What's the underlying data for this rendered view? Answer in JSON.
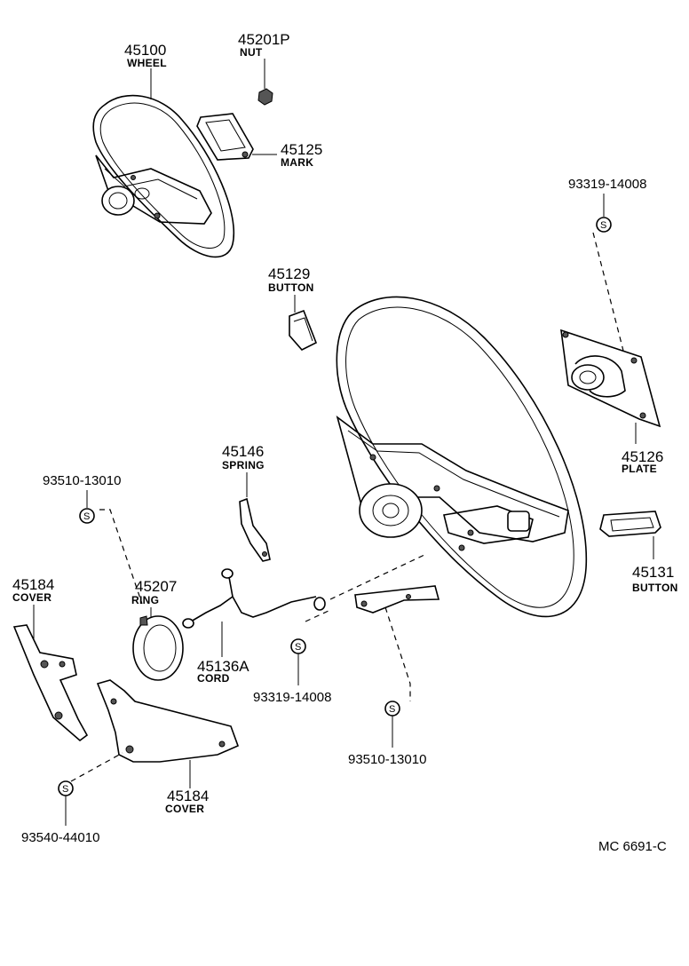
{
  "parts": {
    "wheel": {
      "number": "45100",
      "name": "WHEEL"
    },
    "nut": {
      "number": "45201P",
      "name": "NUT"
    },
    "mark": {
      "number": "45125",
      "name": "MARK"
    },
    "screw_top": {
      "number": "93319-14008"
    },
    "button_129": {
      "number": "45129",
      "name": "BUTTON"
    },
    "plate": {
      "number": "45126",
      "name": "PLATE"
    },
    "spring": {
      "number": "45146",
      "name": "SPRING"
    },
    "screw_left": {
      "number": "93510-13010"
    },
    "cover_left": {
      "number": "45184",
      "name": "COVER"
    },
    "ring": {
      "number": "45207",
      "name": "RING"
    },
    "cord": {
      "number": "45136A",
      "name": "CORD"
    },
    "screw_mid": {
      "number": "93319-14008"
    },
    "screw_bottom": {
      "number": "93510-13010"
    },
    "button_131": {
      "number": "45131",
      "name": "BUTTON"
    },
    "cover_bottom": {
      "number": "45184",
      "name": "COVER"
    },
    "screw_cover": {
      "number": "93540-44010"
    }
  },
  "symbol_letter": "S",
  "reference": "MC  6691-C"
}
